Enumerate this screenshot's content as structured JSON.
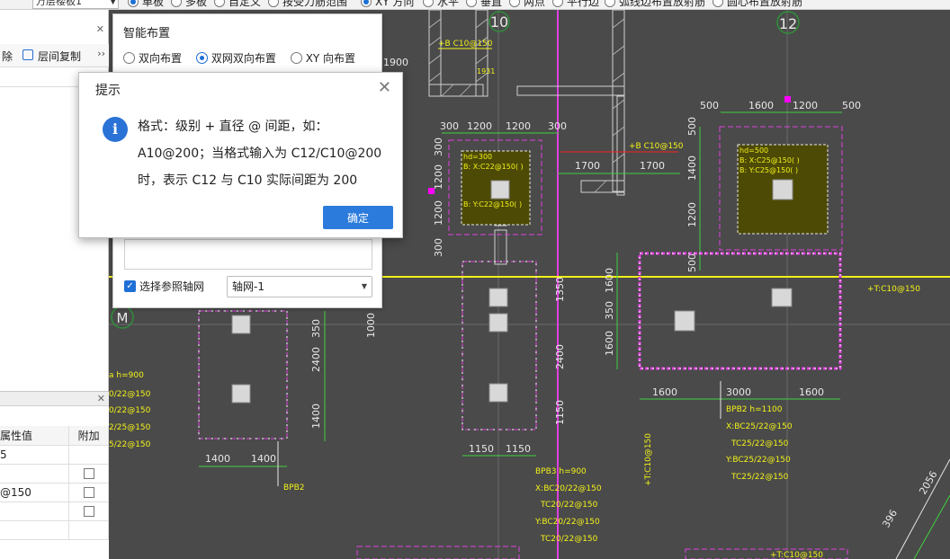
{
  "toolbar_options": {
    "floor_combo": "万层楼板1",
    "options": [
      {
        "label": "单板",
        "selected": true
      },
      {
        "label": "多板",
        "selected": false
      },
      {
        "label": "自定义",
        "selected": false
      },
      {
        "label": "按受力筋范围",
        "selected": false
      },
      {
        "label": "XY 方向",
        "selected": true
      },
      {
        "label": "水平",
        "selected": false
      },
      {
        "label": "垂直",
        "selected": false
      },
      {
        "label": "两点",
        "selected": false
      },
      {
        "label": "平行边",
        "selected": false
      },
      {
        "label": "弧线边布置放射筋",
        "selected": false
      },
      {
        "label": "圆心布置放射筋",
        "selected": false
      }
    ]
  },
  "left_panel": {
    "delete_label": "除",
    "floor_copy_label": "层间复制",
    "more_label": "››"
  },
  "properties": {
    "header_value": "属性值",
    "header_extra": "附加",
    "rows": [
      {
        "value": "5",
        "has_checkbox": false
      },
      {
        "value": "",
        "has_checkbox": true
      },
      {
        "value": "@150",
        "has_checkbox": true
      },
      {
        "value": "",
        "has_checkbox": true
      },
      {
        "value": "",
        "has_checkbox": false
      }
    ]
  },
  "smart_layout": {
    "title": "智能布置",
    "options": [
      {
        "label": "双向布置",
        "selected": false
      },
      {
        "label": "双网双向布置",
        "selected": true
      },
      {
        "label": "XY 向布置",
        "selected": false
      }
    ],
    "select_axis_label": "选择参照轴网",
    "select_axis_checked": true,
    "axis_value": "轴网-1"
  },
  "dialog": {
    "title": "提示",
    "message_line1": "格式：级别 + 直径 @ 间距，如：",
    "message_line2": "A10@200；当格式输入为 C12/C10@200",
    "message_line3": "时，表示 C12 与 C10 实际间距为 200",
    "ok_label": "确定"
  },
  "cad": {
    "axis_labels": [
      "10",
      "12",
      "M"
    ],
    "dims_top_right": [
      "500",
      "1600",
      "1200",
      "500"
    ],
    "dims_left_block": [
      "300",
      "1200",
      "1200",
      "300"
    ],
    "dims_vertical_mid": [
      "300",
      "1200",
      "1200",
      "300"
    ],
    "dims_1700": [
      "1700",
      "1700"
    ],
    "dims_right_vert": [
      "500",
      "1400",
      "1200",
      "500"
    ],
    "dims_bottom_right": [
      "1600",
      "3000",
      "1600"
    ],
    "dims_bottom_left": [
      "1400",
      "1400"
    ],
    "dims_bottom_mid": [
      "1150",
      "1150"
    ],
    "dims_mid_vert": [
      "1350",
      "2400",
      "1150"
    ],
    "dims_left_vert": [
      "350",
      "2400",
      "1400",
      "1000"
    ],
    "dims_right_block_vert": [
      "1600",
      "350",
      "1600"
    ],
    "dim_1900": "1900",
    "dim_1931": "1931",
    "dim_2056": "2056",
    "dim_396": "396",
    "rebar_labels": {
      "top_c10": "+B C10@150",
      "mid_c10": "+B C10@150",
      "right_c10": "+T:C10@150",
      "vert_c10": "+T:C10@150",
      "bottom_c10": "+T:C10@150"
    },
    "pile_cap_1": {
      "h": "hd=300",
      "bx": "B: X:C22@150( )",
      "by": "B: Y:C22@150( )"
    },
    "pile_cap_2": {
      "h": "hd=500",
      "bx": "B: X:C25@150( )",
      "by": "B: Y:C25@150( )"
    },
    "bpb2_right": {
      "h": "BPB2 h=1100",
      "l1": "X:BC25/22@150",
      "l2": "TC25/22@150",
      "l3": "Y:BC25/22@150",
      "l4": "TC25/22@150"
    },
    "bpb3": {
      "h": "BPB3 h=900",
      "l1": "X:BC20/22@150",
      "l2": "TC20/22@150",
      "l3": "Y:BC20/22@150",
      "l4": "TC20/22@150"
    },
    "bpb2_left_label": "BPB2",
    "left_side_labels": [
      "a h=900",
      "0/22@150",
      "0/22@150",
      "2/25@150",
      "5/22@150"
    ]
  }
}
